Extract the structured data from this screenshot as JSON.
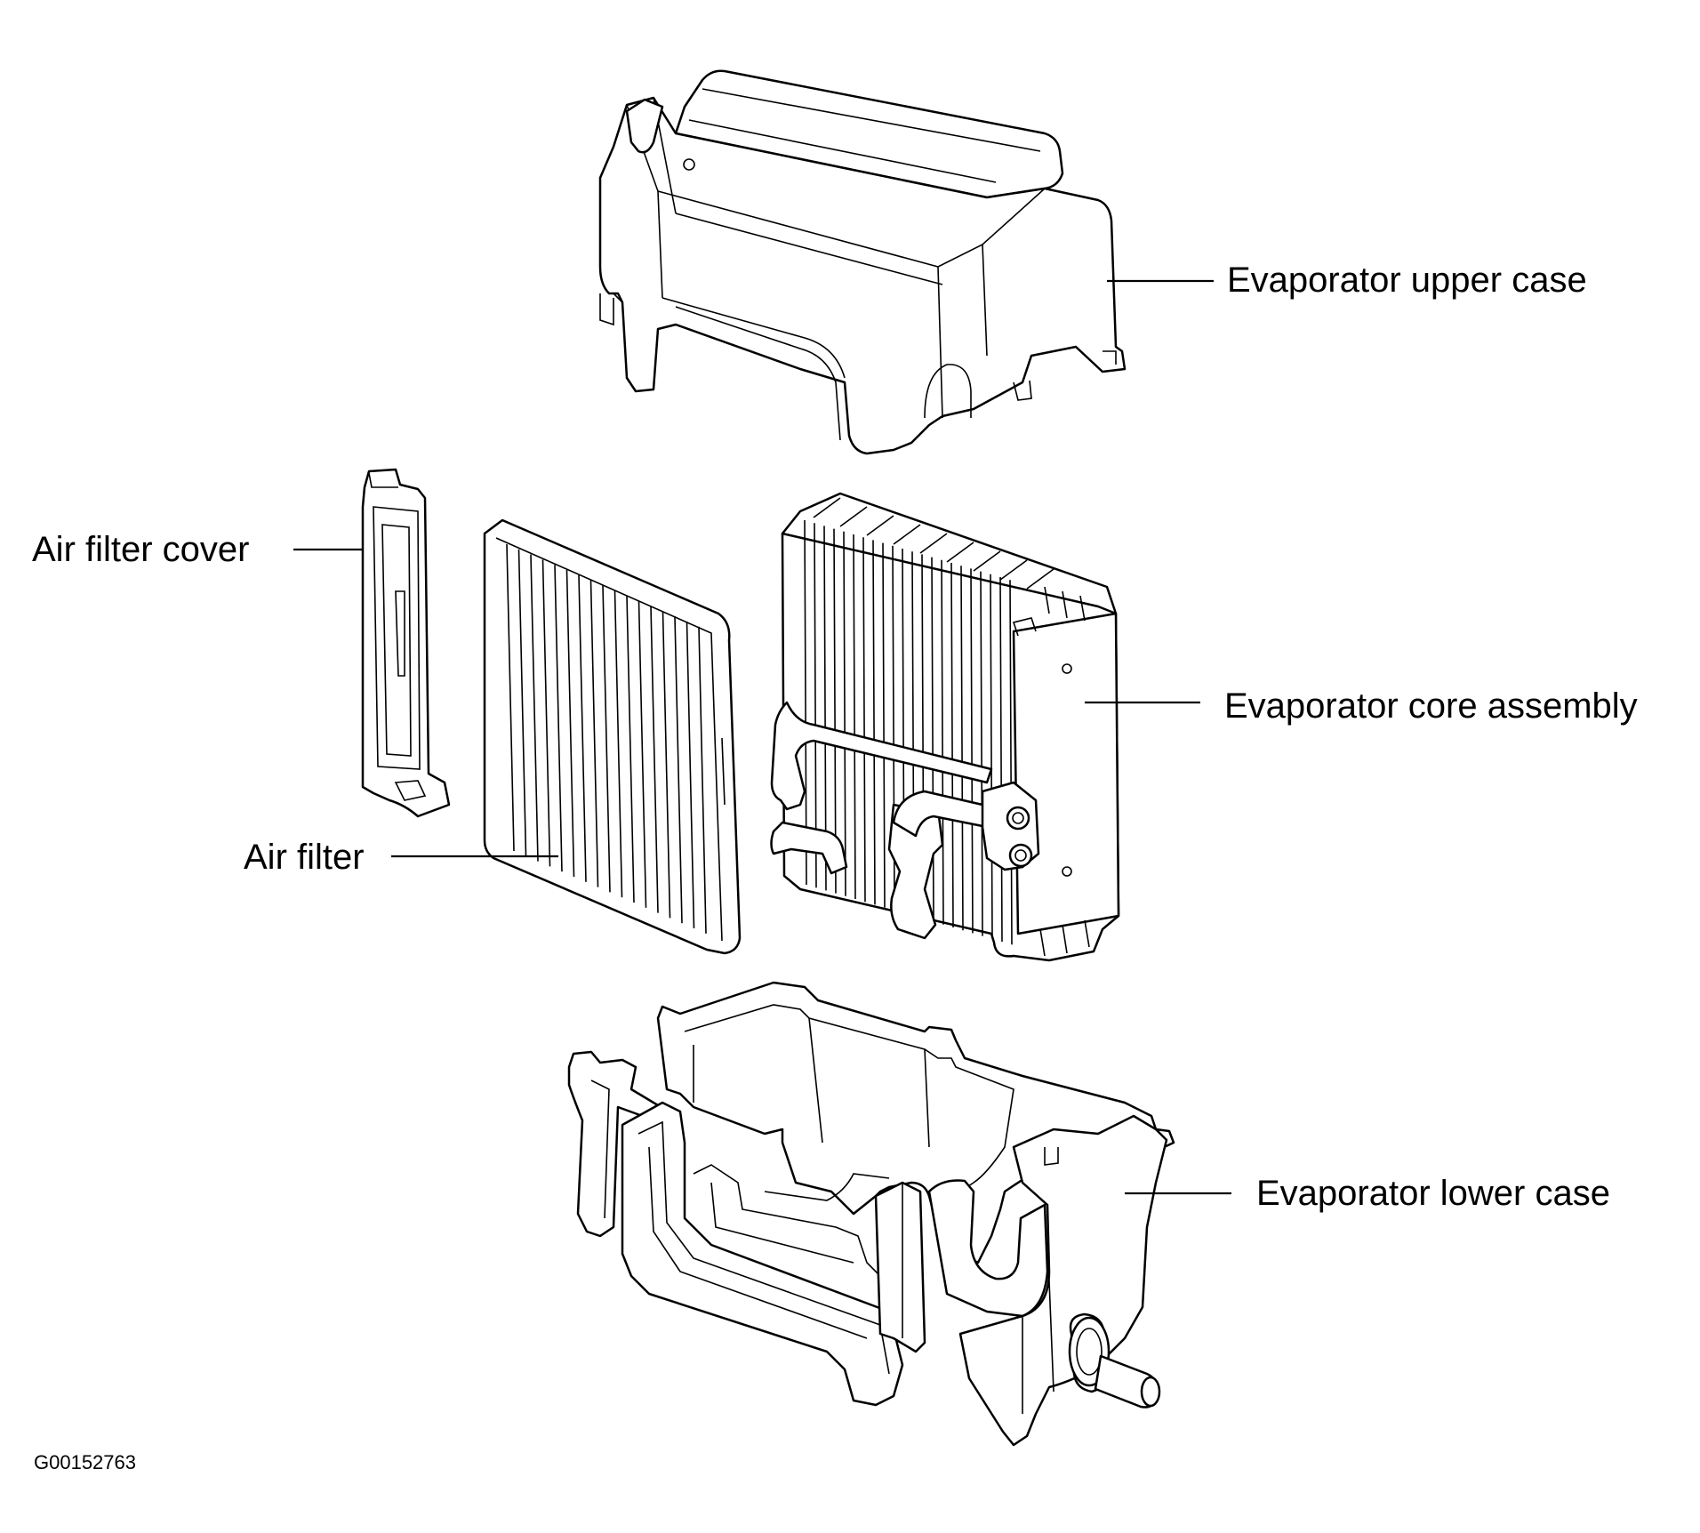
{
  "labels": {
    "upper_case": "Evaporator upper case",
    "filter_cover": "Air filter cover",
    "core_assembly": "Evaporator core assembly",
    "air_filter": "Air filter",
    "lower_case": "Evaporator lower case"
  },
  "figure_code": "G00152763"
}
